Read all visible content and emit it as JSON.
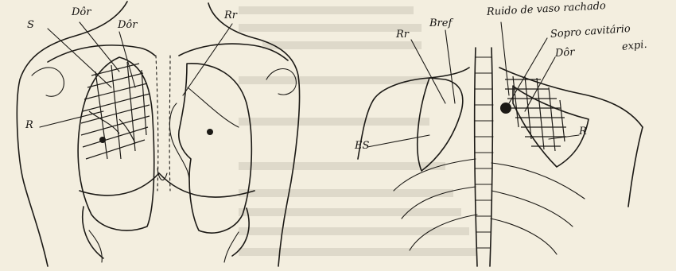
{
  "left_figure": {
    "labels": {
      "s": "S",
      "dor_1": "Dôr",
      "dor_2": "Dôr",
      "rr": "Rr",
      "r": "R"
    }
  },
  "right_figure": {
    "labels": {
      "rr": "Rr",
      "bref": "Bref",
      "ruido": "Ruido de vaso rachado",
      "sopro": "Sopro cavitário",
      "expi": "expi.",
      "dor": "Dôr",
      "r": "R",
      "es": "ES"
    }
  }
}
